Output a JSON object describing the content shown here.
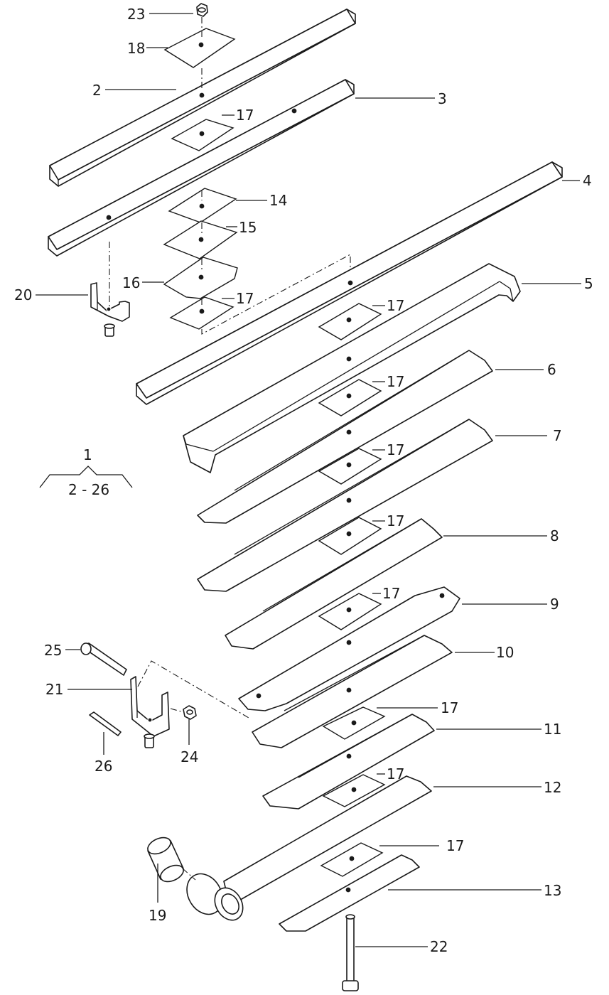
{
  "assembly": {
    "number": "1",
    "range": "2 - 26"
  },
  "callouts": {
    "p2": "2",
    "p3": "3",
    "p4": "4",
    "p5": "5",
    "p6": "6",
    "p7": "7",
    "p8": "8",
    "p9": "9",
    "p10": "10",
    "p11": "11",
    "p12": "12",
    "p13": "13",
    "p14": "14",
    "p15": "15",
    "p16": "16",
    "p17": "17",
    "p18": "18",
    "p19": "19",
    "p20": "20",
    "p21": "21",
    "p22": "22",
    "p23": "23",
    "p24": "24",
    "p25": "25",
    "p26": "26"
  }
}
